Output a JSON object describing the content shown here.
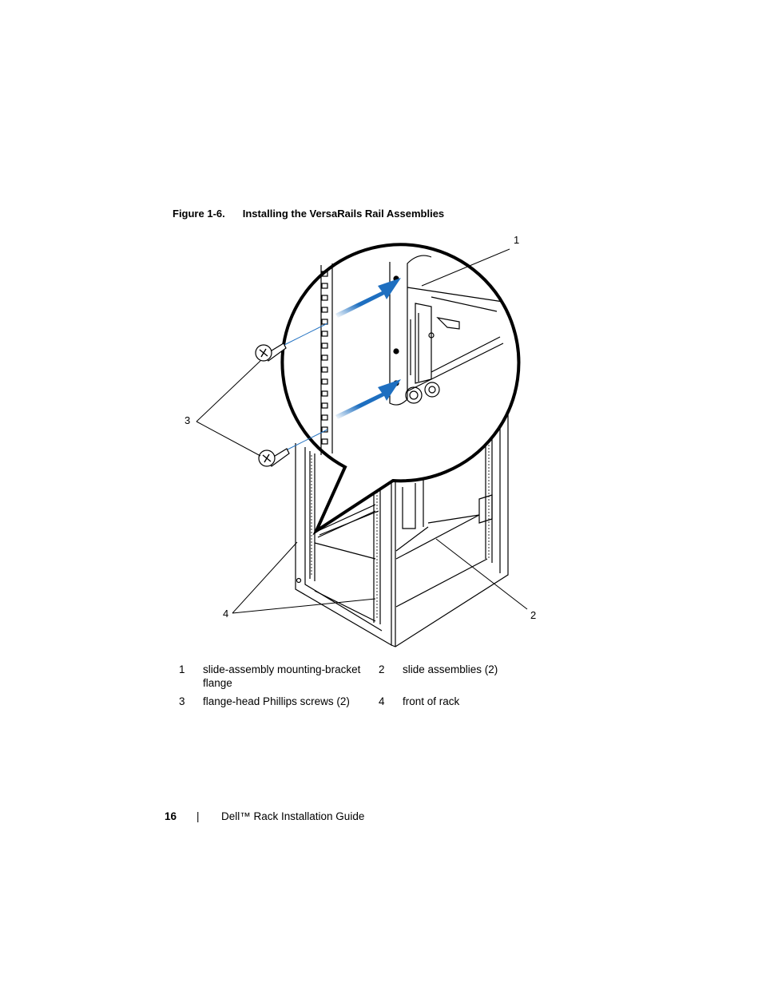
{
  "figure": {
    "number": "Figure 1-6.",
    "title": "Installing the VersaRails Rail Assemblies",
    "callouts": [
      "1",
      "2",
      "3",
      "4"
    ]
  },
  "legend": [
    {
      "n1": "1",
      "t1": "slide-assembly mounting-bracket flange",
      "n2": "2",
      "t2": "slide assemblies (2)"
    },
    {
      "n1": "3",
      "t1": "flange-head Phillips screws (2)",
      "n2": "4",
      "t2": "front of rack"
    }
  ],
  "footer": {
    "page_number": "16",
    "separator": "|",
    "doc_title": "Dell™ Rack Installation Guide"
  },
  "colors": {
    "arrow": "#1e6fc0",
    "line": "#000000"
  }
}
